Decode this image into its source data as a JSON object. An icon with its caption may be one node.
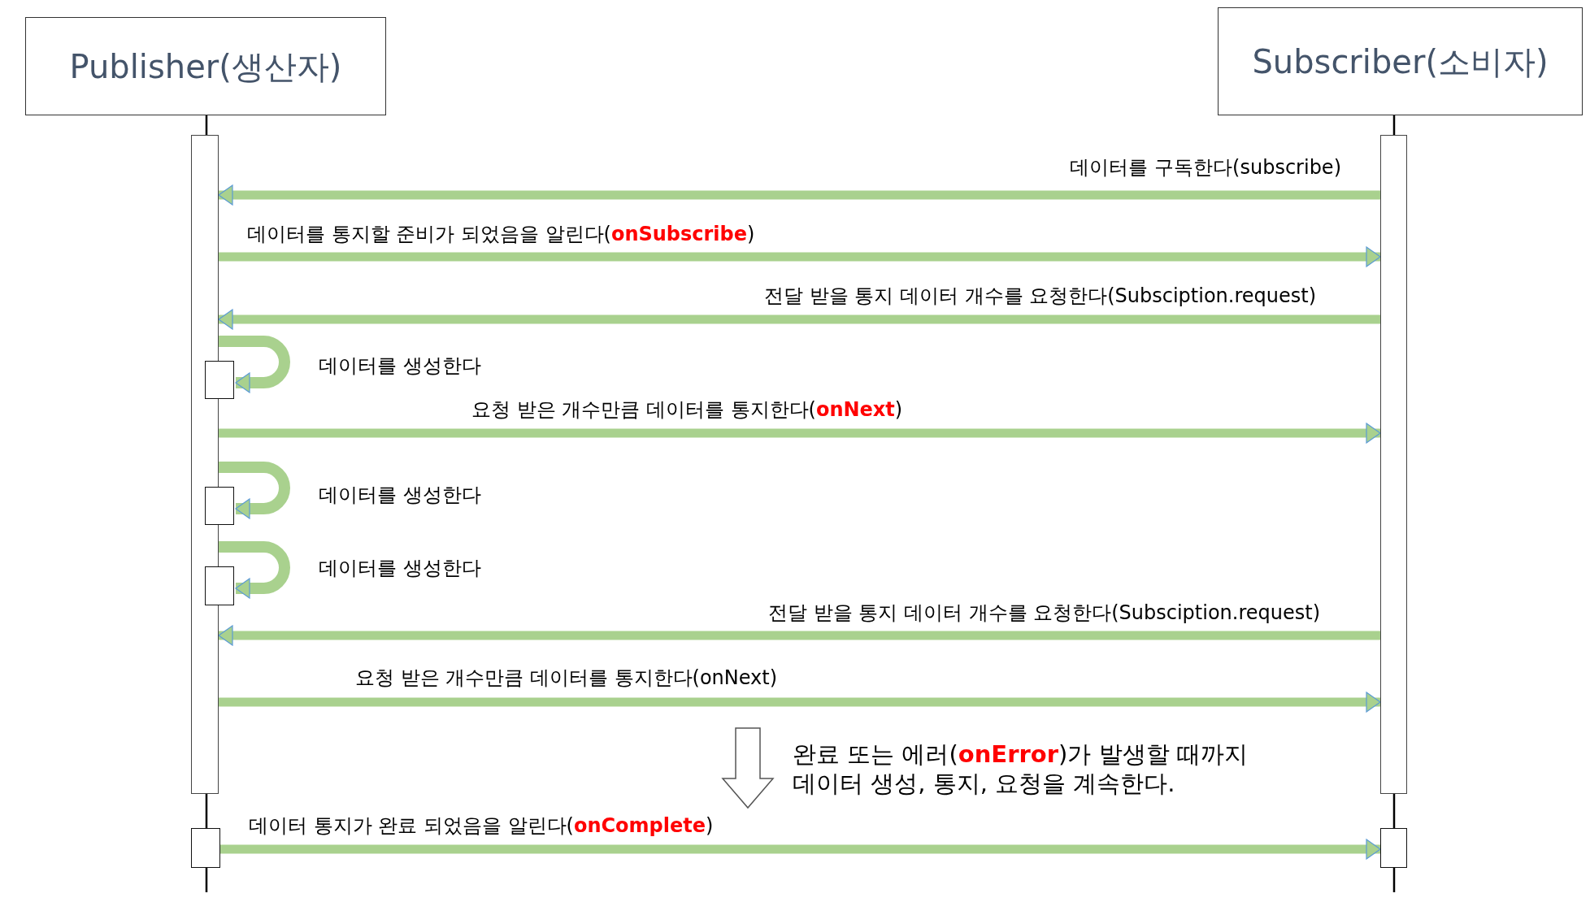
{
  "diagram": {
    "nodes": [
      {
        "text": [
          "Publisher(생산자)"
        ]
      },
      {
        "text": [
          "Subscriber(소비자)"
        ]
      },
      {
        "text": [],
        "shape": "bar"
      },
      {
        "text": [],
        "shape": "bar"
      },
      {
        "text": [],
        "shape": "box"
      },
      {
        "text": [],
        "shape": "box"
      },
      {
        "text": [],
        "shape": "box"
      },
      {
        "text": [],
        "shape": "box"
      },
      {
        "text": [],
        "shape": "box"
      }
    ],
    "edges": [
      {
        "from": 0,
        "to": 2,
        "arrow": "none",
        "color": "#000000"
      },
      {
        "from": 1,
        "to": 3,
        "arrow": "none",
        "color": "#000000"
      },
      {
        "from": 3,
        "to": 2,
        "arrow": "to",
        "label": "데이터를 구독한다(subscribe)"
      },
      {
        "from": 2,
        "to": 3,
        "arrow": "to",
        "label": "데이터를 통지할 준비가 되었음을 알린다(**onSubscribe**)"
      },
      {
        "from": 3,
        "to": 2,
        "arrow": "to",
        "label": "전달 받을 통지 데이터 개수를 요청한다(Subsciption.request)"
      },
      {
        "from": 2,
        "to": 4,
        "arrow": "to",
        "label": "데이터를 생성한다"
      },
      {
        "from": 2,
        "to": 3,
        "arrow": "to",
        "label": "요청 받은 개수만큼 데이터를 통지한다(**onNext**)"
      },
      {
        "from": 2,
        "to": 5,
        "arrow": "to",
        "label": "데이터를 생성한다"
      },
      {
        "from": 2,
        "to": 6,
        "arrow": "to",
        "label": "데이터를 생성한다"
      },
      {
        "from": 3,
        "to": 2,
        "arrow": "to",
        "label": "전달 받을 통지 데이터 개수를 요청한다(Subsciption.request)"
      },
      {
        "from": 2,
        "to": 3,
        "arrow": "to",
        "label": "요청 받은 개수만큼 데이터를 통지한다(onNext)"
      },
      {
        "from": 2,
        "to": 7,
        "arrow": "none",
        "color": "#000000"
      },
      {
        "from": 3,
        "to": 8,
        "arrow": "none",
        "color": "#000000"
      },
      {
        "from": 7,
        "to": 8,
        "arrow": "to",
        "label": "데이터 통지가 완료 되었음을 알린다(**onComplete**)"
      }
    ],
    "labels": [
      "완료 또는 에러(**onError**)가 발생할 때까지 데이터 생성, 통지, 요청을 계속한다."
    ]
  }
}
